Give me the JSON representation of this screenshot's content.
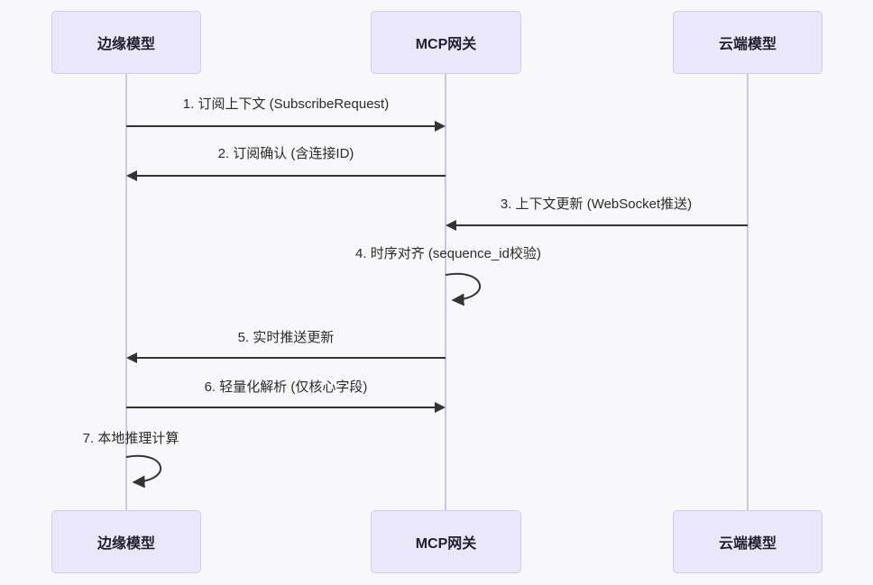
{
  "diagram": {
    "type": "sequence",
    "background": "#f8f8fa",
    "actor_fill": "#eae7fa",
    "actor_border": "#d3c9ee",
    "lifeline_color": "#cfc5ea",
    "arrow_color": "#333333",
    "text_color": "#2b2b2b"
  },
  "actors": [
    {
      "id": "edge",
      "label": "边缘模型"
    },
    {
      "id": "gateway",
      "label": "MCP网关"
    },
    {
      "id": "cloud",
      "label": "云端模型"
    }
  ],
  "messages": [
    {
      "seq": 1,
      "label": "1. 订阅上下文 (SubscribeRequest)",
      "from": "edge",
      "to": "gateway",
      "kind": "solid-right"
    },
    {
      "seq": 2,
      "label": "2. 订阅确认 (含连接ID)",
      "from": "gateway",
      "to": "edge",
      "kind": "solid-left"
    },
    {
      "seq": 3,
      "label": "3. 上下文更新 (WebSocket推送)",
      "from": "cloud",
      "to": "gateway",
      "kind": "solid-left"
    },
    {
      "seq": 4,
      "label": "4. 时序对齐 (sequence_id校验)",
      "from": "gateway",
      "to": "gateway",
      "kind": "self"
    },
    {
      "seq": 5,
      "label": "5. 实时推送更新",
      "from": "gateway",
      "to": "edge",
      "kind": "solid-left"
    },
    {
      "seq": 6,
      "label": "6. 轻量化解析 (仅核心字段)",
      "from": "edge",
      "to": "gateway",
      "kind": "solid-right"
    },
    {
      "seq": 7,
      "label": "7. 本地推理计算",
      "from": "edge",
      "to": "edge",
      "kind": "self"
    }
  ]
}
